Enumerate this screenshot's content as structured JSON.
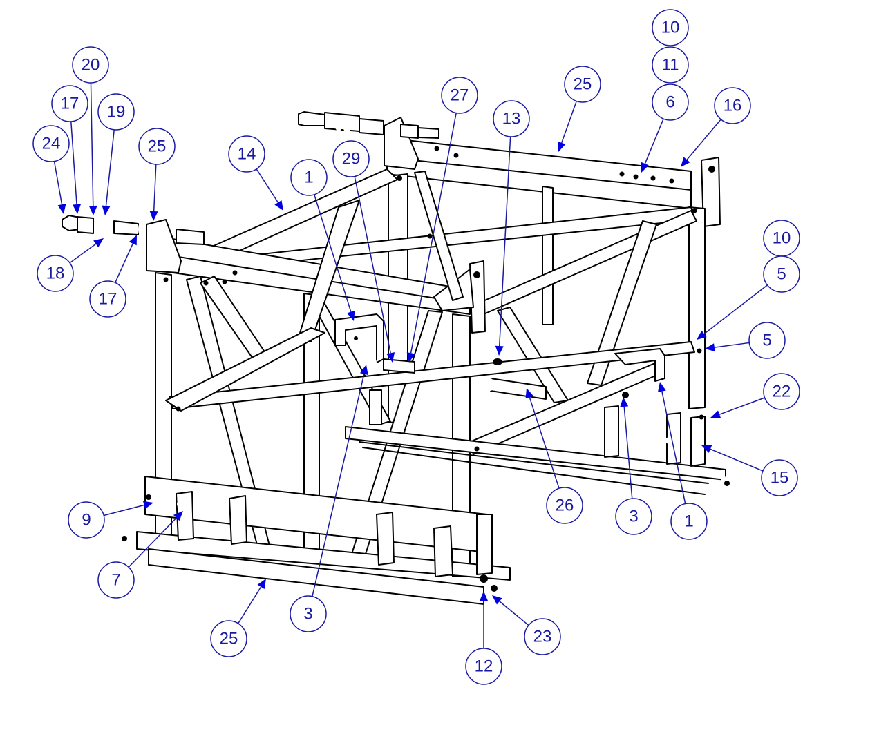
{
  "callouts": [
    {
      "label": "10"
    },
    {
      "label": "11"
    },
    {
      "label": "6"
    },
    {
      "label": "16"
    },
    {
      "label": "25"
    },
    {
      "label": "13"
    },
    {
      "label": "27"
    },
    {
      "label": "29"
    },
    {
      "label": "1"
    },
    {
      "label": "14"
    },
    {
      "label": "25"
    },
    {
      "label": "20"
    },
    {
      "label": "17"
    },
    {
      "label": "19"
    },
    {
      "label": "24"
    },
    {
      "label": "18"
    },
    {
      "label": "17"
    },
    {
      "label": "10"
    },
    {
      "label": "5"
    },
    {
      "label": "5"
    },
    {
      "label": "22"
    },
    {
      "label": "15"
    },
    {
      "label": "1"
    },
    {
      "label": "3"
    },
    {
      "label": "26"
    },
    {
      "label": "9"
    },
    {
      "label": "7"
    },
    {
      "label": "3"
    },
    {
      "label": "25"
    },
    {
      "label": "12"
    },
    {
      "label": "23"
    }
  ],
  "colors": {
    "callout": "#1a1aa0",
    "arrow": "#0000e0",
    "line": "#000000"
  }
}
